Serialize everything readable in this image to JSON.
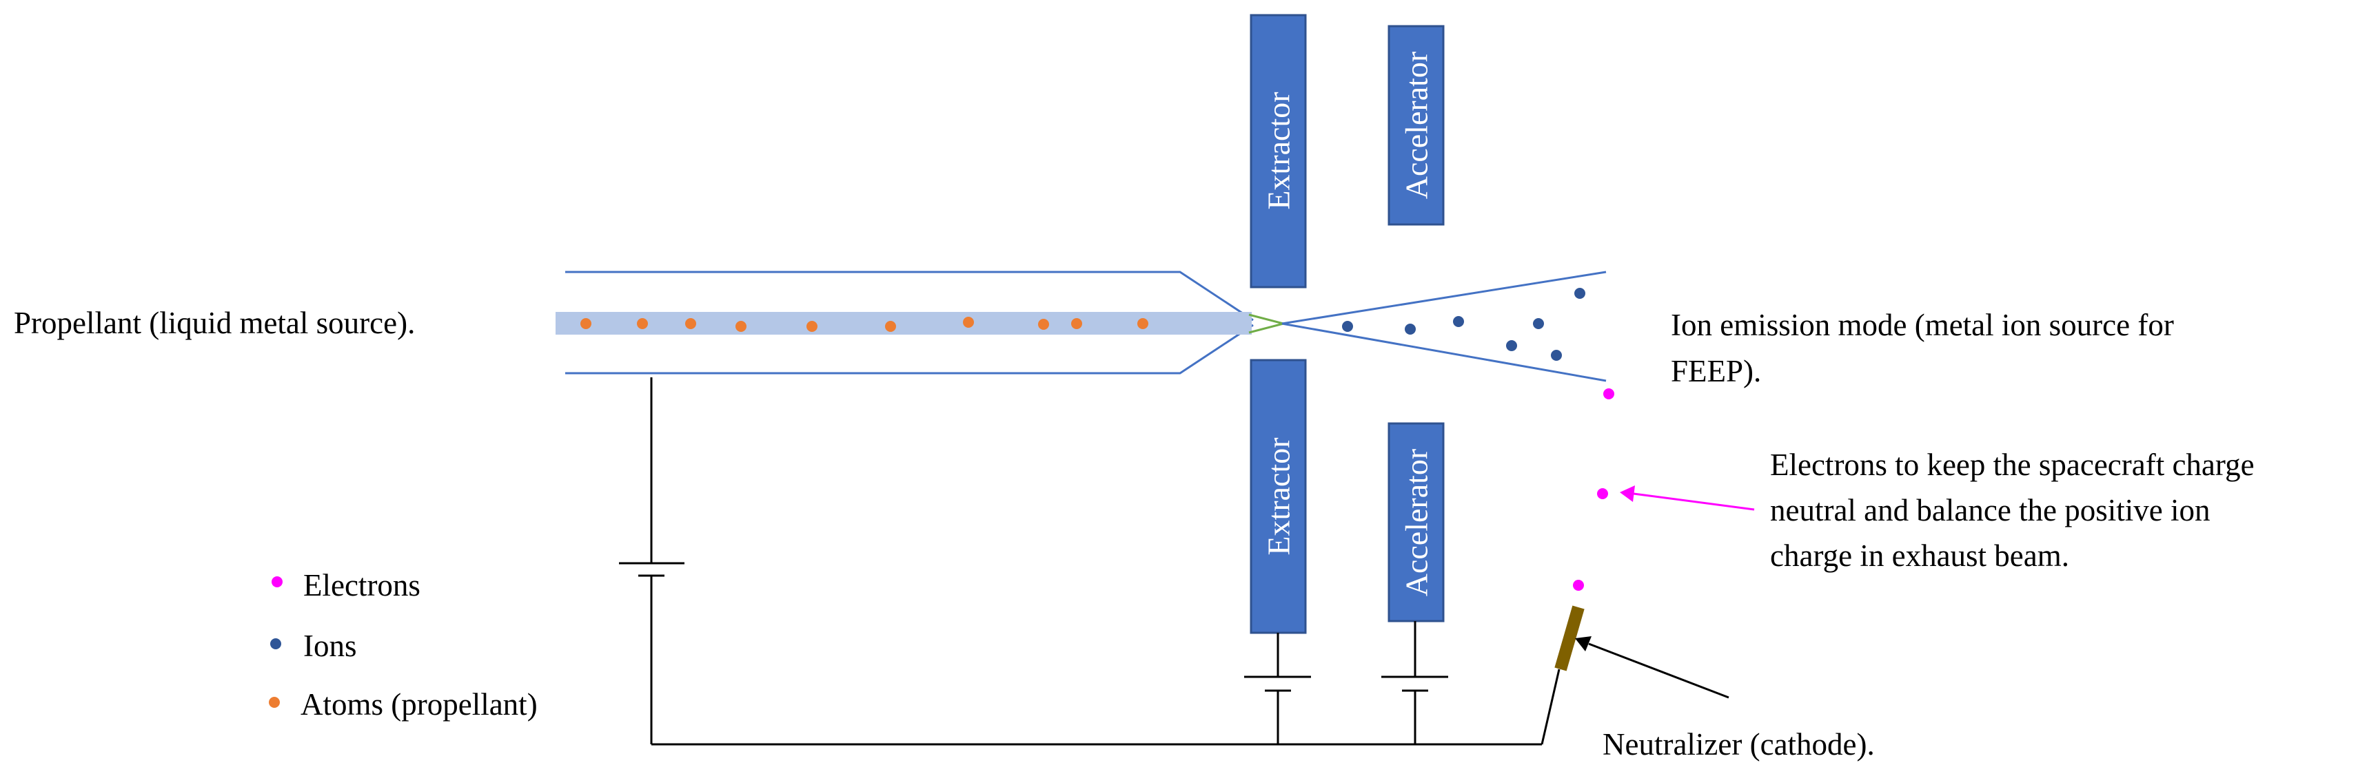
{
  "colors": {
    "plate": "#4472c4",
    "plate_edge": "#2f528f",
    "channel": "#b4c7e7",
    "nozzle_line": "#4472c4",
    "atom": "#ed7d31",
    "ion": "#2f5597",
    "electron": "#ff00ff",
    "wire": "#000000",
    "neutralizer": "#7f6000",
    "arrow_electron": "#ff00ff",
    "arrow_neutralizer": "#000000",
    "tip": "#70ad47"
  },
  "labels": {
    "propellant": "Propellant (liquid metal source).",
    "ion_emission_line1": "Ion emission mode (metal ion source for",
    "ion_emission_line2": "FEEP).",
    "electrons_note_line1": "Electrons to keep the spacecraft charge",
    "electrons_note_line2": "neutral and balance the positive ion",
    "electrons_note_line3": "charge in exhaust beam.",
    "neutralizer": "Neutralizer (cathode)."
  },
  "electrodes": {
    "extractor_top": "Extractor",
    "accelerator_top": "Accelerator",
    "extractor_bottom": "Extractor",
    "accelerator_bottom": "Accelerator"
  },
  "legend": {
    "electrons": "Electrons",
    "ions": "Ions",
    "atoms": "Atoms (propellant)"
  }
}
